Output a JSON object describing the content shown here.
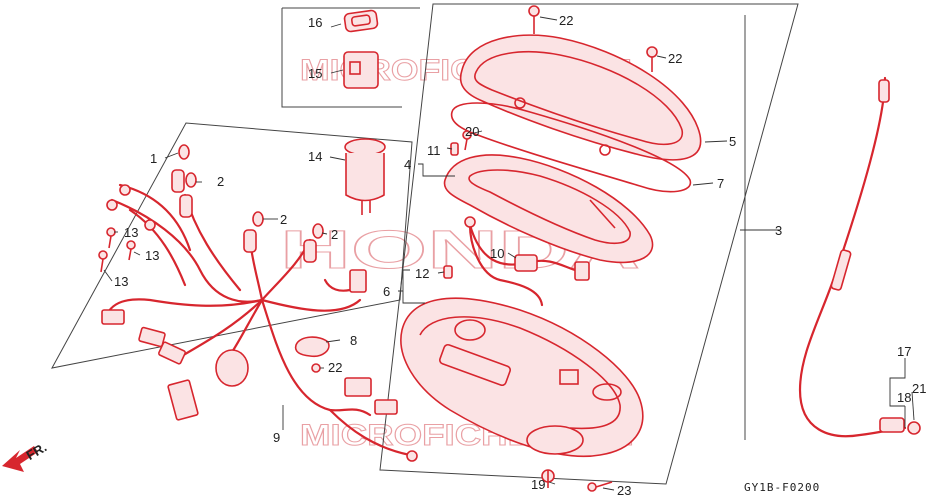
{
  "watermarks": [
    "MICROFICHES.NET",
    "HONDA",
    "MICROFICHES.NET"
  ],
  "diagram_code": "GY1B-F0200",
  "front_marker": "FR.",
  "callouts": [
    "1",
    "2",
    "2",
    "2",
    "3",
    "4",
    "5",
    "6",
    "7",
    "8",
    "9",
    "10",
    "11",
    "12",
    "13",
    "13",
    "13",
    "14",
    "15",
    "16",
    "17",
    "18",
    "19",
    "20",
    "21",
    "22",
    "22",
    "22",
    "23"
  ],
  "colors": {
    "line": "#d7262e",
    "text": "#222222",
    "background": "#ffffff"
  }
}
